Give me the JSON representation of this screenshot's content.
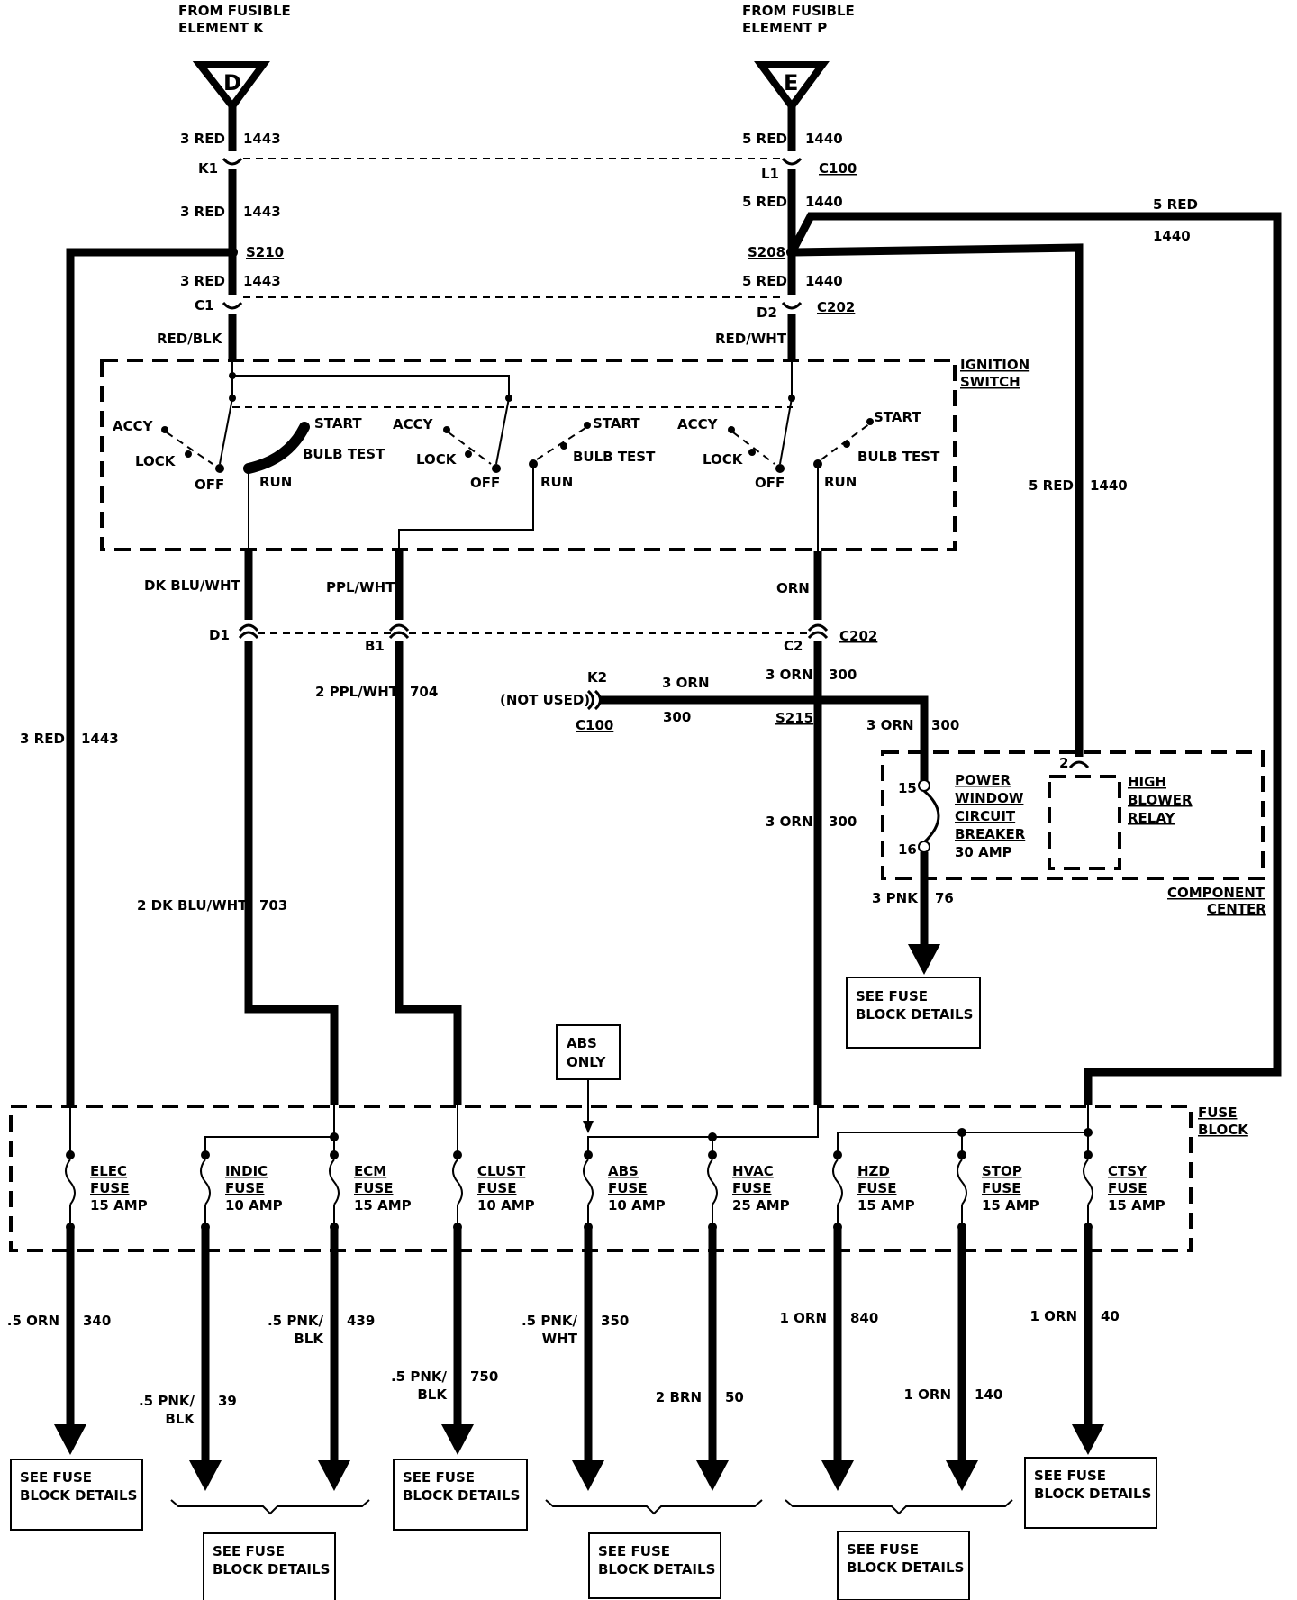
{
  "sources": {
    "k": {
      "from": "FROM FUSIBLE",
      "element": "ELEMENT K",
      "letter": "D"
    },
    "p": {
      "from": "FROM FUSIBLE",
      "element": "ELEMENT P",
      "letter": "E"
    }
  },
  "left_feed": {
    "w1": "3 RED",
    "c1": "1443",
    "pin1": "K1",
    "w2": "3 RED",
    "c2": "1443",
    "splice": "S210",
    "w3": "3 RED",
    "c3": "1443",
    "pin2": "C1",
    "color_out": "RED/BLK"
  },
  "right_feed": {
    "w1": "5 RED",
    "c1": "1440",
    "pin1": "L1",
    "conn1": "C100",
    "w2": "5 RED",
    "c2": "1440",
    "splice": "S208",
    "w3": "5 RED",
    "c3": "1440",
    "pin2": "D2",
    "conn2": "C202",
    "color_out": "RED/WHT",
    "branch_w": "5 RED",
    "branch_c": "1440",
    "branch2_w": "5 RED",
    "branch2_c": "1440"
  },
  "ignition": {
    "label1": "IGNITION",
    "label2": "SWITCH",
    "accy": "ACCY",
    "lock": "LOCK",
    "off": "OFF",
    "run": "RUN",
    "start": "START",
    "bulb_test": "BULB TEST"
  },
  "switch_outputs": {
    "a": "DK BLU/WHT",
    "b": "PPL/WHT",
    "c": "ORN",
    "pin_a": "D1",
    "pin_b": "B1",
    "pin_c": "C2",
    "conn": "C202"
  },
  "mid": {
    "pplwht_w": "2 PPL/WHT",
    "pplwht_c": "704",
    "k2": "K2",
    "not_used": "(NOT USED)",
    "c100": "C100",
    "orn_w": "3 ORN",
    "orn_c": "300",
    "orn2_w": "3 ORN",
    "orn2_c": "300",
    "s215": "S215",
    "orn3_w": "3 ORN",
    "orn3_c": "300",
    "orn4_w": "3 ORN",
    "orn4_c": "300",
    "red_w": "3 RED",
    "red_c": "1443",
    "dkblu_w": "2 DK BLU/WHT",
    "dkblu_c": "703"
  },
  "component_center": {
    "pin15": "15",
    "pin16": "16",
    "pin2": "2",
    "pw": [
      "POWER",
      "WINDOW",
      "CIRCUIT",
      "BREAKER",
      "30 AMP"
    ],
    "hb": [
      "HIGH",
      "BLOWER",
      "RELAY"
    ],
    "label1": "COMPONENT",
    "label2": "CENTER",
    "out_w": "3 PNK",
    "out_c": "76"
  },
  "abs_box": [
    "ABS",
    "ONLY"
  ],
  "fuse_block": {
    "label1": "FUSE",
    "label2": "BLOCK",
    "fuses": [
      {
        "l1": "ELEC",
        "l2": "FUSE",
        "l3": "15 AMP"
      },
      {
        "l1": "INDIC",
        "l2": "FUSE",
        "l3": "10 AMP"
      },
      {
        "l1": "ECM",
        "l2": "FUSE",
        "l3": "15 AMP"
      },
      {
        "l1": "CLUST",
        "l2": "FUSE",
        "l3": "10 AMP"
      },
      {
        "l1": "ABS",
        "l2": "FUSE",
        "l3": "10 AMP"
      },
      {
        "l1": "HVAC",
        "l2": "FUSE",
        "l3": "25 AMP"
      },
      {
        "l1": "HZD",
        "l2": "FUSE",
        "l3": "15 AMP"
      },
      {
        "l1": "STOP",
        "l2": "FUSE",
        "l3": "15 AMP"
      },
      {
        "l1": "CTSY",
        "l2": "FUSE",
        "l3": "15 AMP"
      }
    ]
  },
  "outputs": [
    {
      "w1": ".5 ORN",
      "w2": "",
      "c": "340"
    },
    {
      "w1": ".5 PNK/",
      "w2": "BLK",
      "c": "39"
    },
    {
      "w1": ".5 PNK/",
      "w2": "BLK",
      "c": "439"
    },
    {
      "w1": ".5 PNK/",
      "w2": "BLK",
      "c": "750"
    },
    {
      "w1": ".5 PNK/",
      "w2": "WHT",
      "c": "350"
    },
    {
      "w1": "2 BRN",
      "w2": "",
      "c": "50"
    },
    {
      "w1": "1 ORN",
      "w2": "",
      "c": "840"
    },
    {
      "w1": "1 ORN",
      "w2": "",
      "c": "140"
    },
    {
      "w1": "1 ORN",
      "w2": "",
      "c": "40"
    }
  ],
  "see_fuse": {
    "l1": "SEE FUSE",
    "l2": "BLOCK DETAILS"
  }
}
